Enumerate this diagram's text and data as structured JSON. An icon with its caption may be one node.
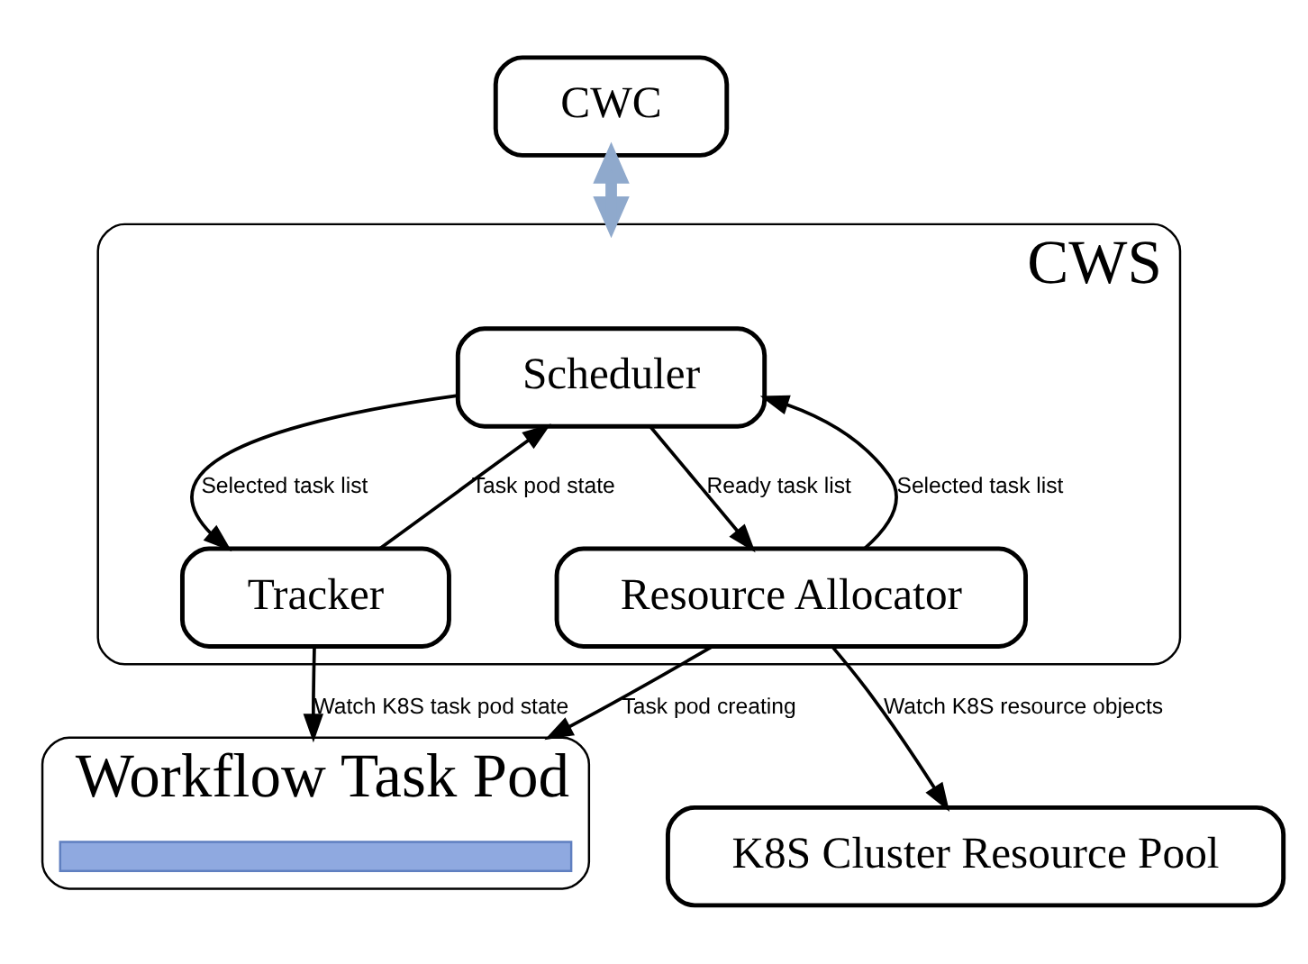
{
  "diagram": {
    "nodes": [
      {
        "text": [
          "CWC"
        ]
      },
      {
        "text": [
          "CWS"
        ]
      },
      {
        "text": [
          "Scheduler"
        ],
        "in": 1
      },
      {
        "text": [
          "Tracker"
        ],
        "in": 1
      },
      {
        "text": [
          "Resource Allocator"
        ],
        "in": 1
      },
      {
        "text": [
          "Workflow Task Pod"
        ]
      },
      {
        "text": [],
        "shape": "bar",
        "in": 5
      },
      {
        "text": [
          "K8S Cluster Resource Pool"
        ]
      }
    ],
    "edges": [
      {
        "from": 0,
        "to": 1,
        "arrow": "to",
        "style": "thick",
        "color": "#8fa9cc"
      },
      {
        "from": 1,
        "to": 0,
        "arrow": "to",
        "style": "thick",
        "color": "#8fa9cc"
      },
      {
        "from": 2,
        "to": 3,
        "arrow": "to",
        "label": "Selected task list"
      },
      {
        "from": 3,
        "to": 2,
        "arrow": "to",
        "label": "Task pod state"
      },
      {
        "from": 4,
        "to": 2,
        "arrow": "to",
        "label": "Selected task list"
      },
      {
        "from": 2,
        "to": 4,
        "arrow": "to",
        "label": "Ready task list"
      },
      {
        "from": 3,
        "to": 5,
        "arrow": "to",
        "label": "Watch K8S task pod state"
      },
      {
        "from": 4,
        "to": 5,
        "arrow": "to",
        "label": "Task pod creating"
      },
      {
        "from": 4,
        "to": 7,
        "arrow": "to",
        "label": "Watch K8S resource objects"
      }
    ]
  }
}
